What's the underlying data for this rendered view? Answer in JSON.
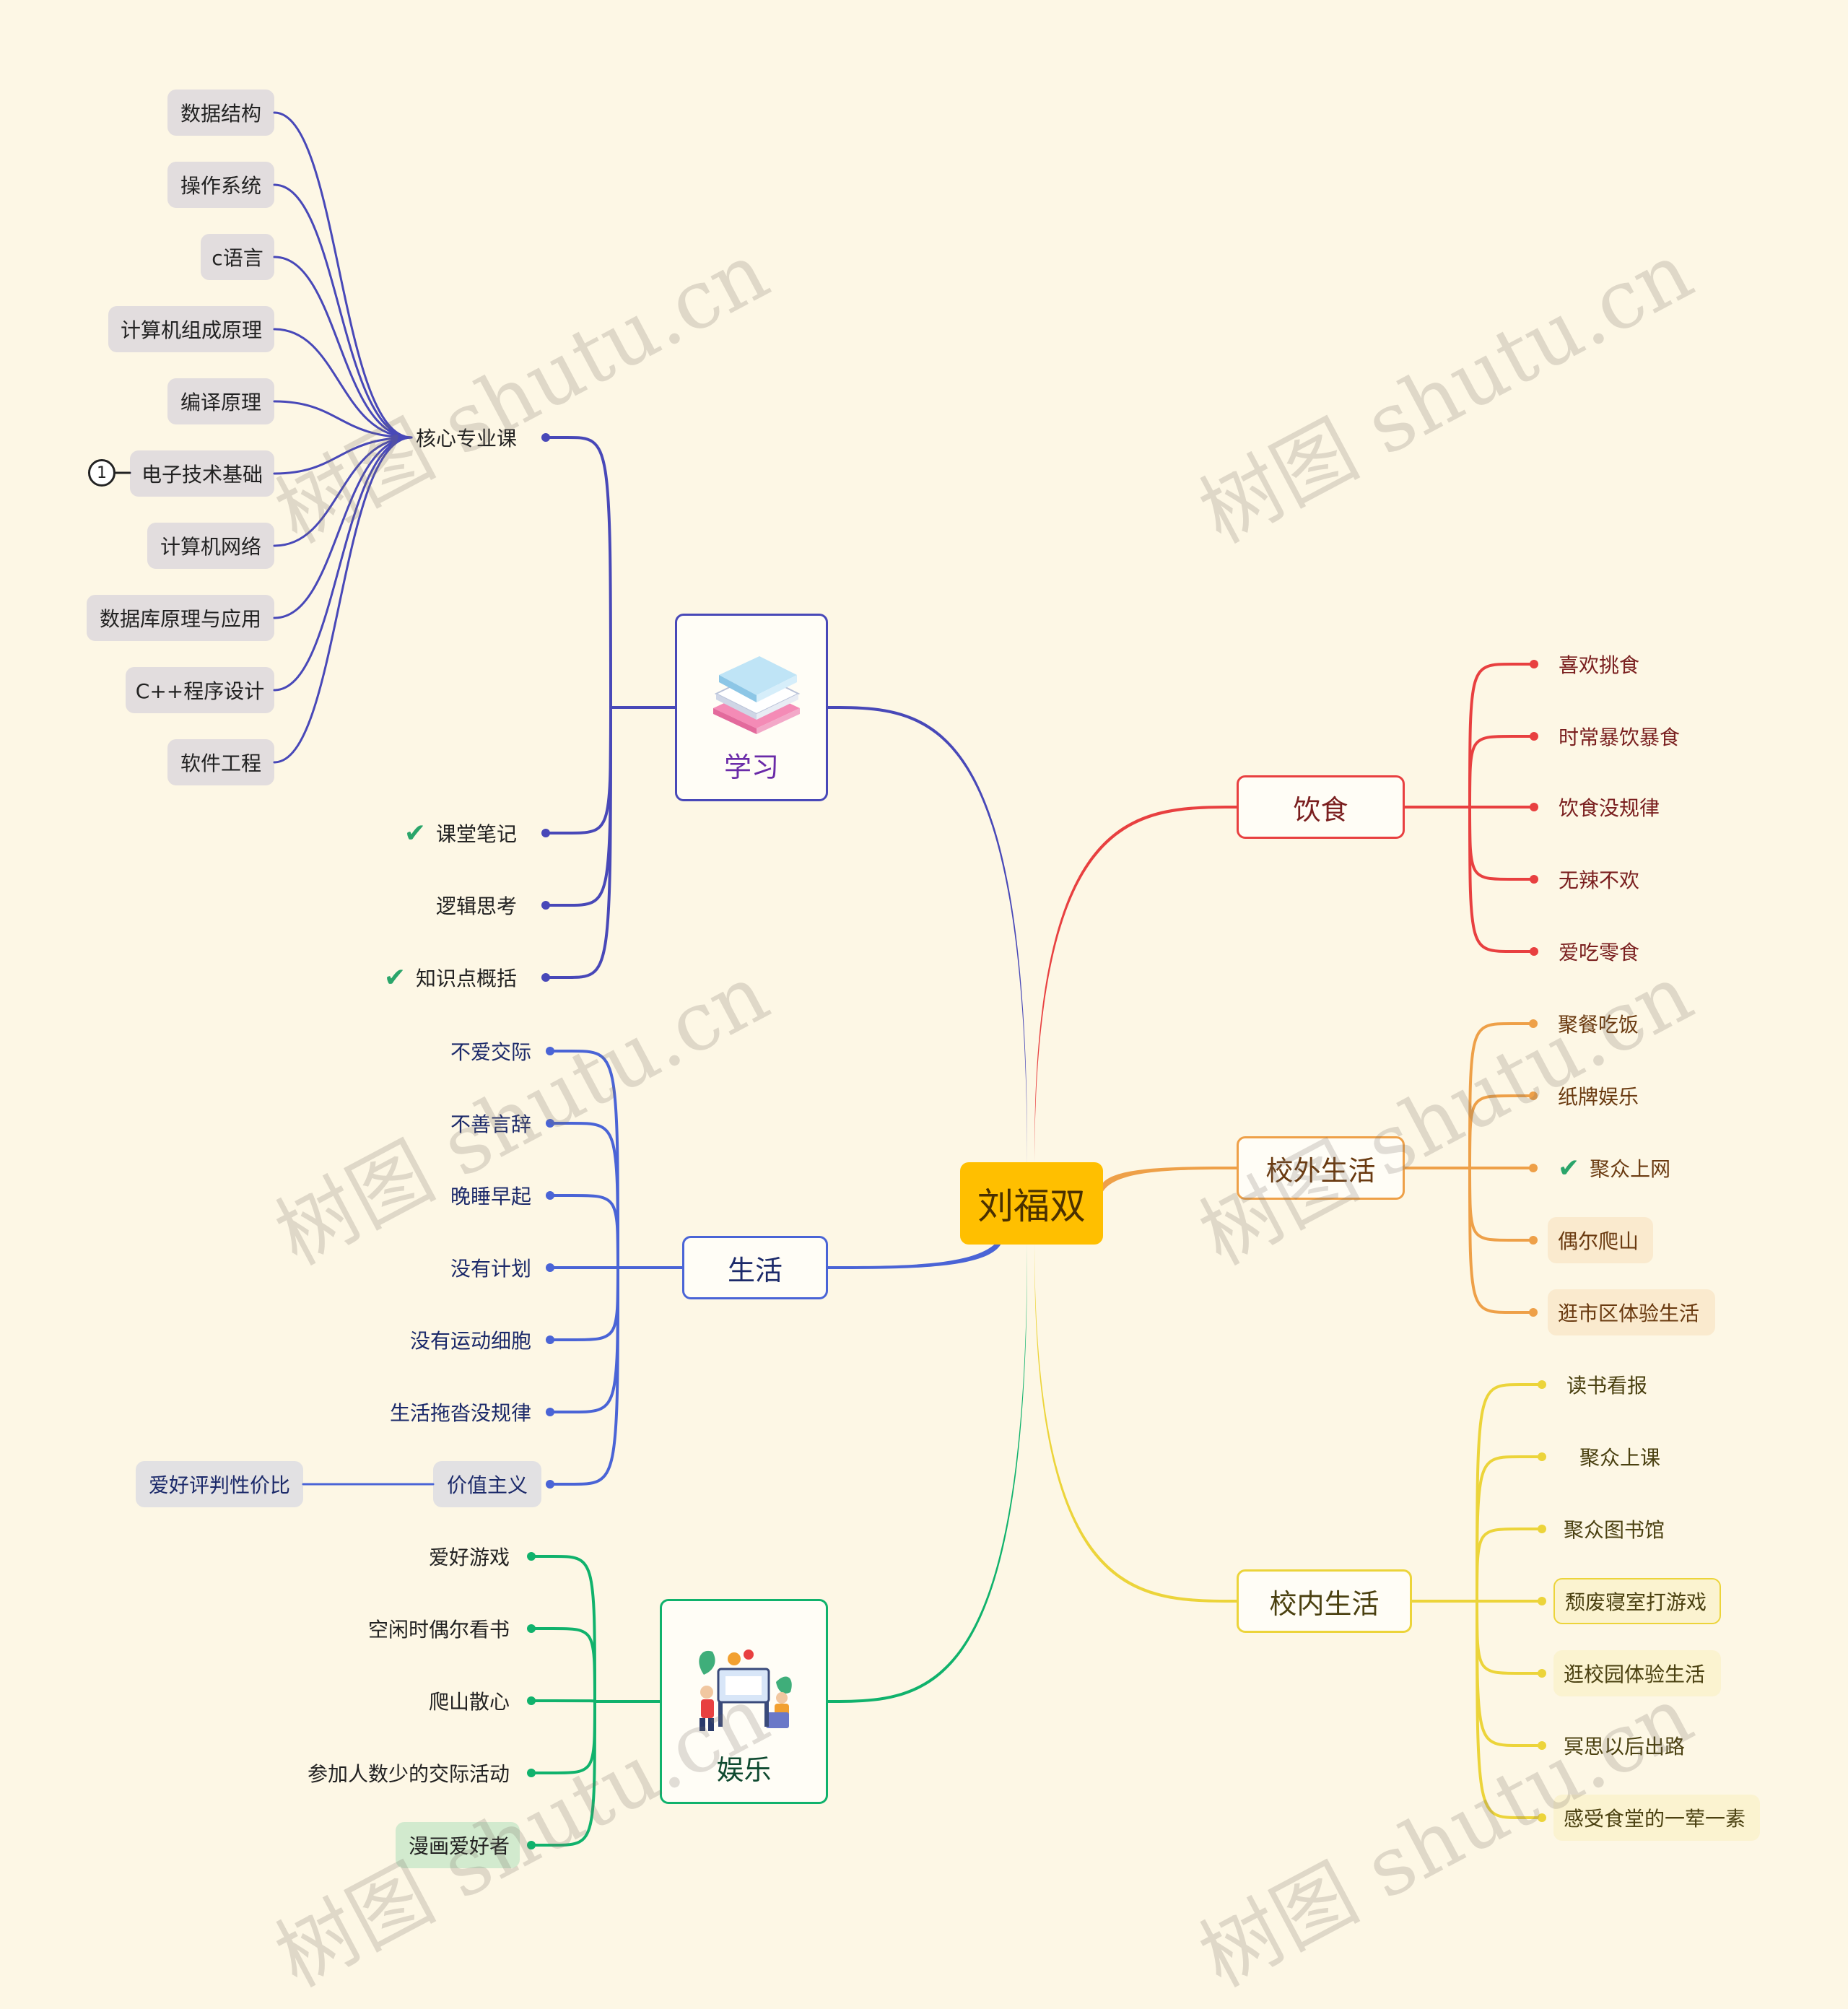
{
  "root": "刘福双",
  "branches": [
    {
      "id": "study",
      "label": "学习",
      "color": "#4848b8",
      "label_color": "#6a2aa8",
      "children": [
        {
          "label": "核心专业课",
          "children": [
            "数据结构",
            "操作系统",
            "c语言",
            "计算机组成原理",
            "编译原理",
            "电子技术基础",
            "计算机网络",
            "数据库原理与应用",
            "C++程序设计",
            "软件工程"
          ]
        },
        {
          "label": "课堂笔记",
          "check": true
        },
        {
          "label": "逻辑思考"
        },
        {
          "label": "知识点概括",
          "check": true
        }
      ]
    },
    {
      "id": "life",
      "label": "生活",
      "color": "#4a64d6",
      "label_color": "#1c2a6a",
      "children": [
        {
          "label": "不爱交际"
        },
        {
          "label": "不善言辞"
        },
        {
          "label": "晚睡早起"
        },
        {
          "label": "没有计划"
        },
        {
          "label": "没有运动细胞"
        },
        {
          "label": "生活拖沓没规律"
        },
        {
          "label": "价值主义",
          "children": [
            "爱好评判性价比"
          ]
        }
      ]
    },
    {
      "id": "fun",
      "label": "娱乐",
      "color": "#10b26c",
      "label_color": "#0f4a30",
      "children": [
        {
          "label": "爱好游戏"
        },
        {
          "label": "空闲时偶尔看书"
        },
        {
          "label": "爬山散心"
        },
        {
          "label": "参加人数少的交际活动"
        },
        {
          "label": "漫画爱好者"
        }
      ]
    },
    {
      "id": "food",
      "label": "饮食",
      "color": "#e84040",
      "label_color": "#7a1f1f",
      "children": [
        {
          "label": "喜欢挑食"
        },
        {
          "label": "时常暴饮暴食"
        },
        {
          "label": "饮食没规律"
        },
        {
          "label": "无辣不欢"
        },
        {
          "label": "爱吃零食"
        }
      ]
    },
    {
      "id": "offcampus",
      "label": "校外生活",
      "color": "#eea048",
      "label_color": "#6a3a10",
      "children": [
        {
          "label": "聚餐吃饭"
        },
        {
          "label": "纸牌娱乐"
        },
        {
          "label": "聚众上网",
          "check": true
        },
        {
          "label": "偶尔爬山"
        },
        {
          "label": "逛市区体验生活"
        }
      ]
    },
    {
      "id": "oncampus",
      "label": "校内生活",
      "color": "#ecd43a",
      "label_color": "#4a4010",
      "children": [
        {
          "label": "读书看报"
        },
        {
          "label": "聚众上课"
        },
        {
          "label": "聚众图书馆"
        },
        {
          "label": "颓废寝室打游戏"
        },
        {
          "label": "逛校园体验生活"
        },
        {
          "label": "冥思以后出路"
        },
        {
          "label": "感受食堂的一荤一素"
        }
      ]
    }
  ],
  "marker": "1",
  "watermark": "树图 shutu.cn",
  "icons": {
    "study": "books-stack-icon",
    "fun": "people-at-desk-icon",
    "check": "check-icon"
  }
}
